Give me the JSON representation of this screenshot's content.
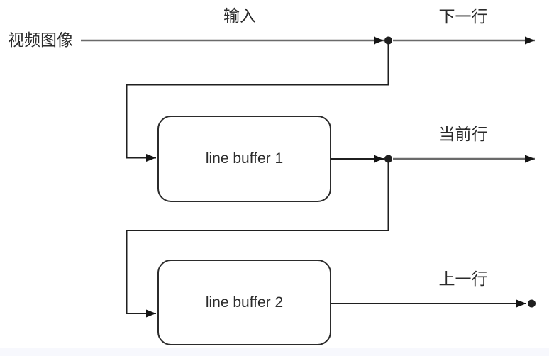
{
  "diagram": {
    "title_hint": "line buffer dataflow diagram",
    "source_label": "视频图像",
    "input_label": "输入",
    "outputs": {
      "next_row": "下一行",
      "current_row": "当前行",
      "previous_row": "上一行"
    },
    "blocks": [
      {
        "label": "line buffer 1"
      },
      {
        "label": "line buffer 2"
      }
    ]
  },
  "colors": {
    "line-dark": "#1f1f1f",
    "line-gray": "#6a6a6a",
    "box-border": "#2b2b2b",
    "text": "#2b2b2b",
    "background": "#ffffff",
    "footer-strip": "#f7f8fd"
  }
}
